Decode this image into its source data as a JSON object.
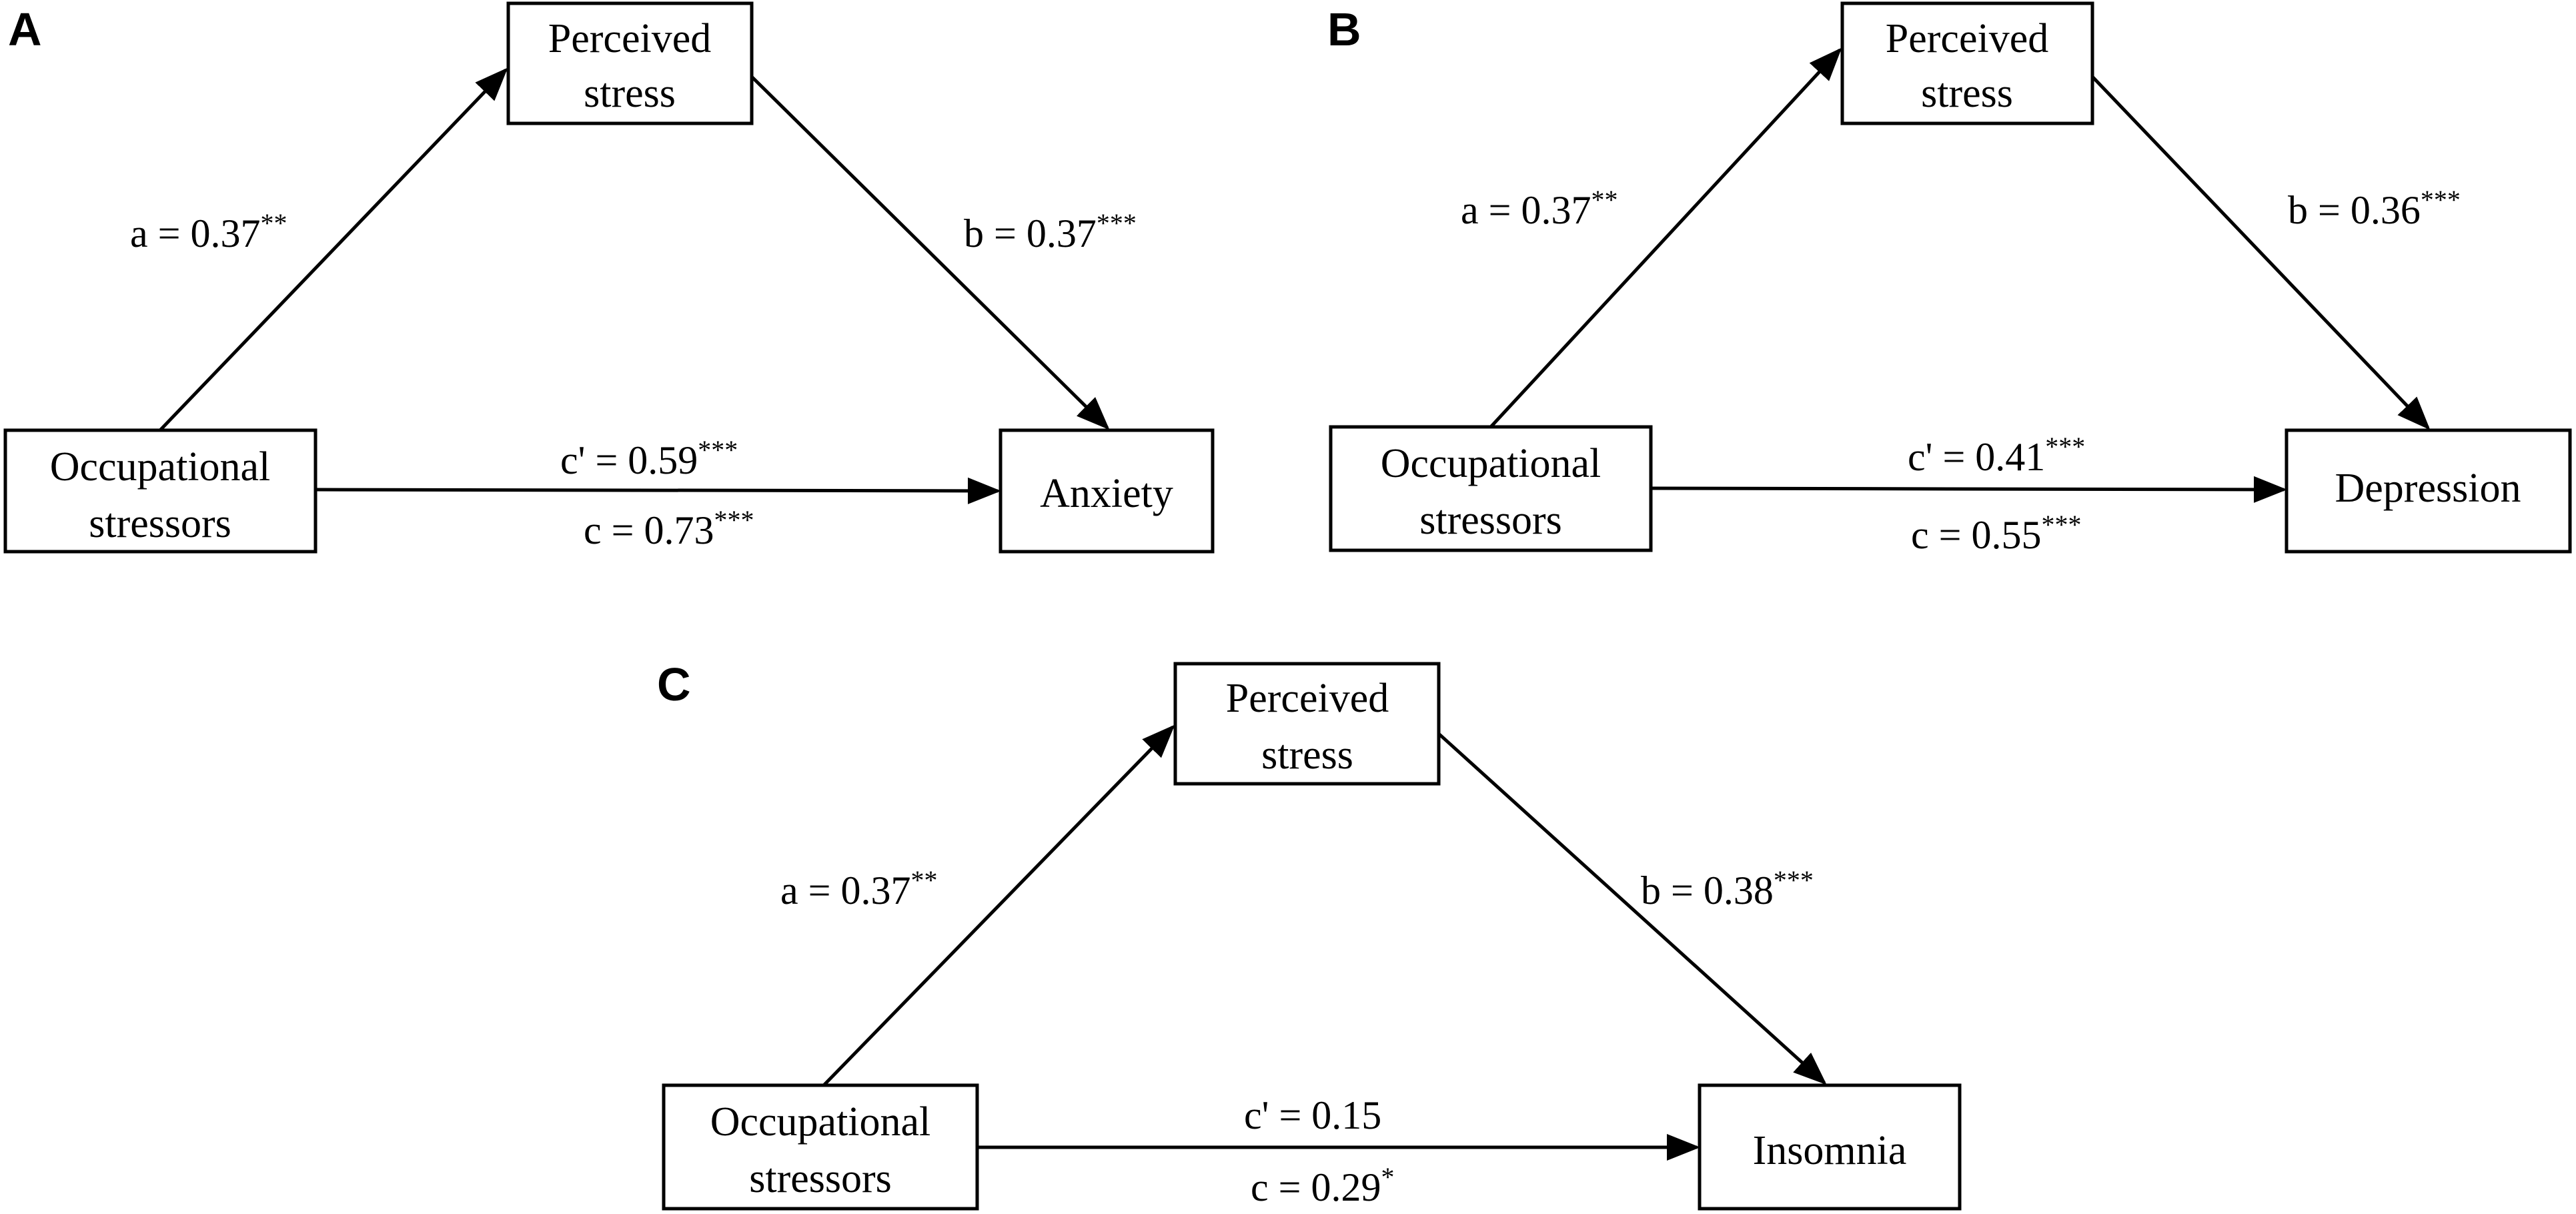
{
  "diagram": {
    "panels": [
      {
        "id": "A",
        "label": "A",
        "nodes": {
          "mediator": [
            "Perceived",
            "stress"
          ],
          "predictor": [
            "Occupational",
            "stressors"
          ],
          "outcome": [
            "Anxiety"
          ]
        },
        "paths": {
          "a": {
            "text": "a = 0.37",
            "sig": "**"
          },
          "b": {
            "text": "b = 0.37",
            "sig": "***"
          },
          "c_prime": {
            "text": "c' = 0.59",
            "sig": "***"
          },
          "c": {
            "text": "c = 0.73",
            "sig": "***"
          }
        }
      },
      {
        "id": "B",
        "label": "B",
        "nodes": {
          "mediator": [
            "Perceived",
            "stress"
          ],
          "predictor": [
            "Occupational",
            "stressors"
          ],
          "outcome": [
            "Depression"
          ]
        },
        "paths": {
          "a": {
            "text": "a = 0.37",
            "sig": "**"
          },
          "b": {
            "text": "b = 0.36",
            "sig": "***"
          },
          "c_prime": {
            "text": "c' = 0.41",
            "sig": "***"
          },
          "c": {
            "text": "c = 0.55",
            "sig": "***"
          }
        }
      },
      {
        "id": "C",
        "label": "C",
        "nodes": {
          "mediator": [
            "Perceived",
            "stress"
          ],
          "predictor": [
            "Occupational",
            "stressors"
          ],
          "outcome": [
            "Insomnia"
          ]
        },
        "paths": {
          "a": {
            "text": "a = 0.37",
            "sig": "**"
          },
          "b": {
            "text": "b = 0.38",
            "sig": "***"
          },
          "c_prime": {
            "text": "c' = 0.15",
            "sig": ""
          },
          "c": {
            "text": "c = 0.29",
            "sig": "*"
          }
        }
      }
    ]
  }
}
